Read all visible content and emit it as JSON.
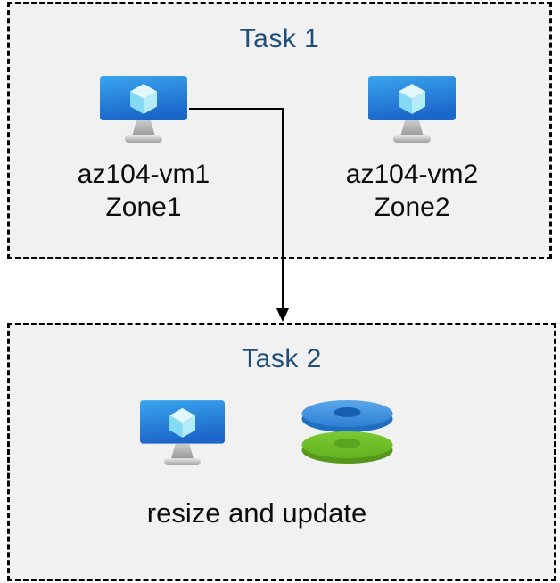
{
  "diagram": {
    "background": "#ffffff",
    "box_fill": "#f1f1f1",
    "box_border_color": "#000000",
    "title_color": "#1f4e79",
    "text_color": "#0d0d0d"
  },
  "task1": {
    "title": "Task 1",
    "vms": [
      {
        "name": "az104-vm1",
        "zone": "Zone1",
        "icon": "virtual-machine-icon"
      },
      {
        "name": "az104-vm2",
        "zone": "Zone2",
        "icon": "virtual-machine-icon"
      }
    ]
  },
  "task2": {
    "title": "Task 2",
    "caption": "resize and update",
    "icons": [
      "virtual-machine-icon",
      "managed-disks-icon"
    ]
  },
  "connector": {
    "style": "elbow-arrow-down",
    "color": "#000000"
  },
  "icon_colors": {
    "vm_screen_top": "#3aa5ee",
    "vm_screen_bottom": "#1b66c9",
    "cube_top": "#dff7fd",
    "cube_left": "#84d9f4",
    "cube_right": "#b4ecfa",
    "disk_blue_top": "#3b87d8",
    "disk_blue_side": "#1e6fc0",
    "disk_blue_hole": "#1460ae",
    "disk_green_top": "#6cbd2a",
    "disk_green_side": "#55971d",
    "disk_green_hole": "#5aa520"
  }
}
